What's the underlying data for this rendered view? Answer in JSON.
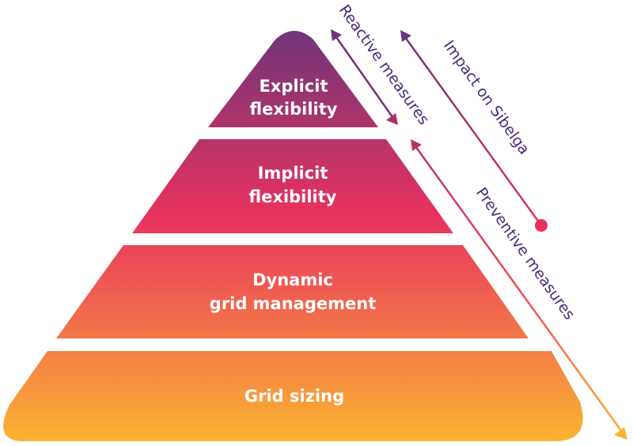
{
  "pyramid": {
    "tiers": [
      {
        "lines": [
          "Explicit",
          "flexibility"
        ]
      },
      {
        "lines": [
          "Implicit",
          "flexibility"
        ]
      },
      {
        "lines": [
          "Dynamic",
          "grid management"
        ]
      },
      {
        "lines": [
          "Grid sizing"
        ]
      }
    ]
  },
  "arrows": {
    "reactive": {
      "label": "Reactive measures",
      "color": "#7a2e74"
    },
    "preventive": {
      "label": "Preventive measures",
      "color": "#e8365f"
    },
    "impact": {
      "label": "Impact on Sibelga",
      "color": "#6a3278"
    }
  },
  "colors": {
    "gradient_top": "#6f3579",
    "gradient_mid": "#e8325e",
    "gradient_bottom": "#fbb331",
    "text_dark": "#4b2a7b"
  }
}
